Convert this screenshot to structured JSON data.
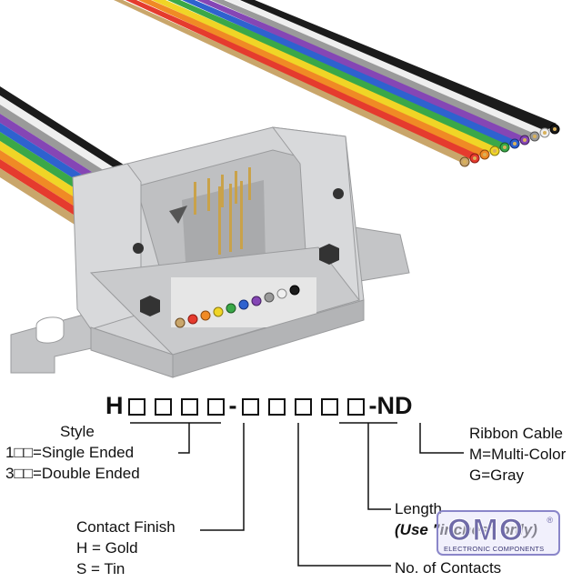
{
  "part_number": {
    "prefix": "H",
    "separator": "-",
    "suffix": "-ND"
  },
  "style": {
    "title": "Style",
    "line1": "1□□=Single Ended",
    "line2": "3□□=Double Ended"
  },
  "contact_finish": {
    "title": "Contact Finish",
    "line1": "H = Gold",
    "line2": "S = Tin"
  },
  "contacts": {
    "title": "No. of Contacts"
  },
  "length": {
    "title": "Length",
    "note": "(Use \"inches\" only)"
  },
  "ribbon_cable": {
    "title": "Ribbon Cable",
    "line1": "M=Multi-Color",
    "line2": "G=Gray"
  },
  "watermark": {
    "logo": "OMO",
    "subtitle": "ELECTRONIC COMPONENTS",
    "mark": "®"
  },
  "colors": {
    "connector": "#cfd0d2",
    "connector_shade": "#b7b8ba",
    "pin": "#c9a24a",
    "wires": [
      "#8b5a2b",
      "#e02020",
      "#f07a1a",
      "#f2d21a",
      "#2f9e3a",
      "#2a55c8",
      "#7b3fa8",
      "#8a8a8a",
      "#f2f2f2",
      "#111111"
    ]
  }
}
